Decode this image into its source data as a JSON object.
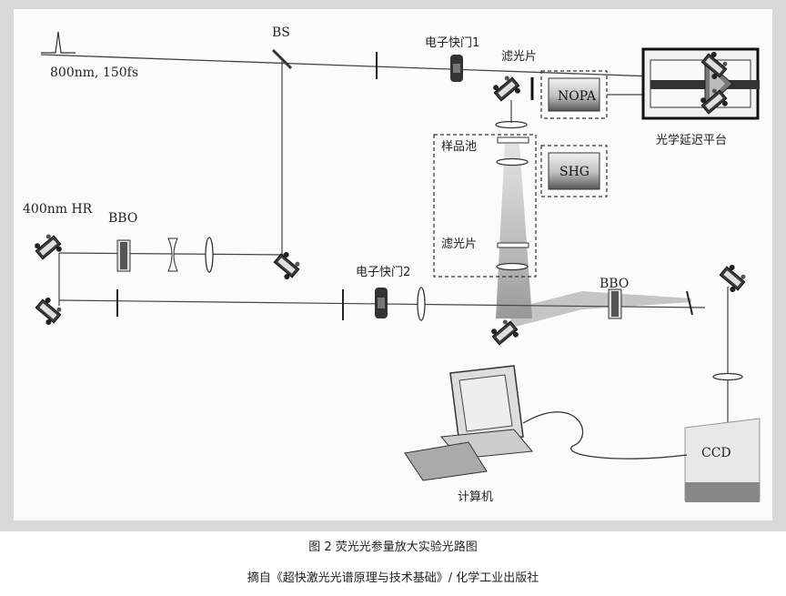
{
  "diagram": {
    "labels": {
      "pulse": "800nm, 150fs",
      "bs": "BS",
      "shutter1": "电子快门1",
      "filter_top": "滤光片",
      "nopa": "NOPA",
      "delay_stage": "光学延迟平台",
      "sample_cell": "样品池",
      "shg": "SHG",
      "filter_mid": "滤光片",
      "hr400": "400nm HR",
      "bbo_left": "BBO",
      "shutter2": "电子快门2",
      "bbo_right": "BBO",
      "ccd": "CCD",
      "computer": "计算机"
    }
  },
  "caption": {
    "title": "图 2  荧光光参量放大实验光路图",
    "source": "摘自《超快激光光谱原理与技术基础》/ 化学工业出版社"
  }
}
